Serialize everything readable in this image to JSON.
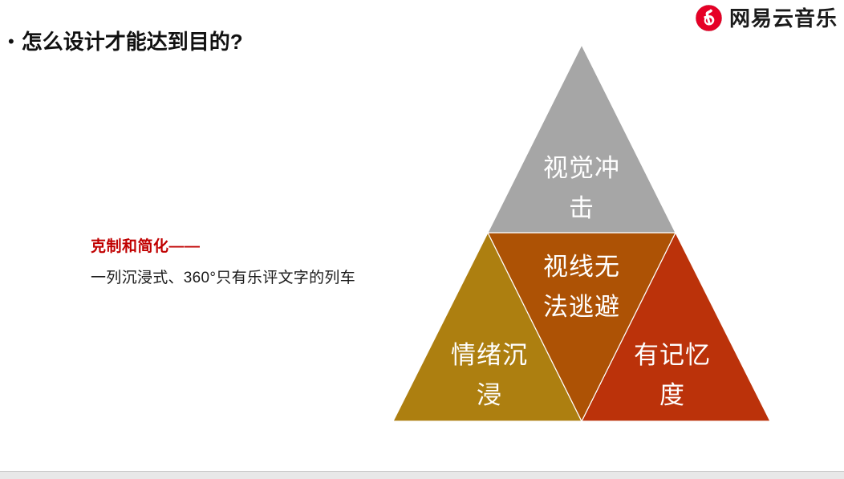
{
  "brand": {
    "logo_icon": "netease-cloud-music-logo-icon",
    "name": "网易云音乐",
    "accent_color": "#e60026"
  },
  "slide": {
    "bullet_glyph": "•",
    "title": "怎么设计才能达到目的?",
    "background_color": "#ffffff"
  },
  "caption": {
    "heading": "克制和简化——",
    "heading_color": "#c00000",
    "subtext": "一列沉浸式、360°只有乐评文字的列车",
    "subtext_color": "#1a1a1a"
  },
  "chart_data": {
    "type": "pie",
    "title": "视觉冲击 / 视线无法逃避 / 情绪沉浸 / 有记忆度",
    "xlabel": "",
    "ylabel": "",
    "grid": false,
    "legend": "none",
    "shape": "triangle-divided-into-4",
    "categories": [
      "视觉冲击",
      "视线无法逃避",
      "情绪沉浸",
      "有记忆度"
    ],
    "values": [
      25,
      25,
      25,
      25
    ],
    "colors": [
      "#a6a6a6",
      "#ad5205",
      "#ad7f10",
      "#bb320a"
    ],
    "segments": [
      {
        "id": "top-apex",
        "label": "视觉冲击",
        "lines": [
          "视觉冲",
          "击"
        ],
        "color": "#a6a6a6",
        "position": "top",
        "value": 25
      },
      {
        "id": "center-inverted",
        "label": "视线无法逃避",
        "lines": [
          "视线无",
          "法逃避"
        ],
        "color": "#ad5205",
        "position": "center",
        "value": 25
      },
      {
        "id": "bottom-left",
        "label": "情绪沉浸",
        "lines": [
          "情绪沉",
          "浸"
        ],
        "color": "#ad7f10",
        "position": "bottom-left",
        "value": 25
      },
      {
        "id": "bottom-right",
        "label": "有记忆度",
        "lines": [
          "有记忆",
          "度"
        ],
        "color": "#bb320a",
        "position": "bottom-right",
        "value": 25
      }
    ]
  }
}
